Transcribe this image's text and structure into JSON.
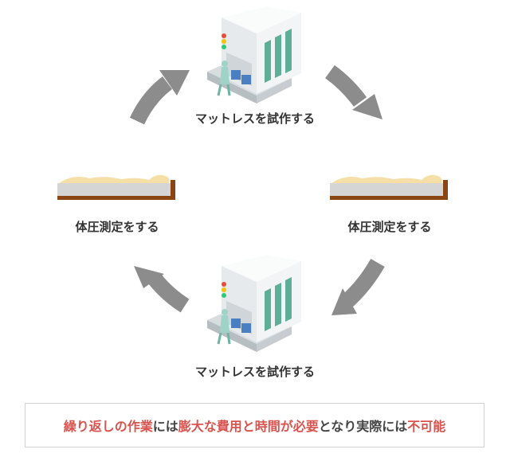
{
  "steps": {
    "top": "マットレスを試作する",
    "left": "体圧測定をする",
    "right": "体圧測定をする",
    "bottom": "マットレスを試作する"
  },
  "note": {
    "p1": "繰り返しの作業",
    "p2": "には",
    "p3": "膨大な費用と時間が必要",
    "p4": "となり実際には",
    "p5": "不可能"
  },
  "colors": {
    "arrow": "#8c8c8c",
    "highlight": "#d9534f",
    "text": "#333333",
    "machine_body": "#eceff1",
    "machine_window": "#5fae97",
    "mattress_frame": "#8b4513",
    "body_silhouette": "#f5dfa6"
  },
  "icons": [
    "prototype-machine-icon",
    "pressure-mattress-icon",
    "cycle-arrow-icon"
  ]
}
